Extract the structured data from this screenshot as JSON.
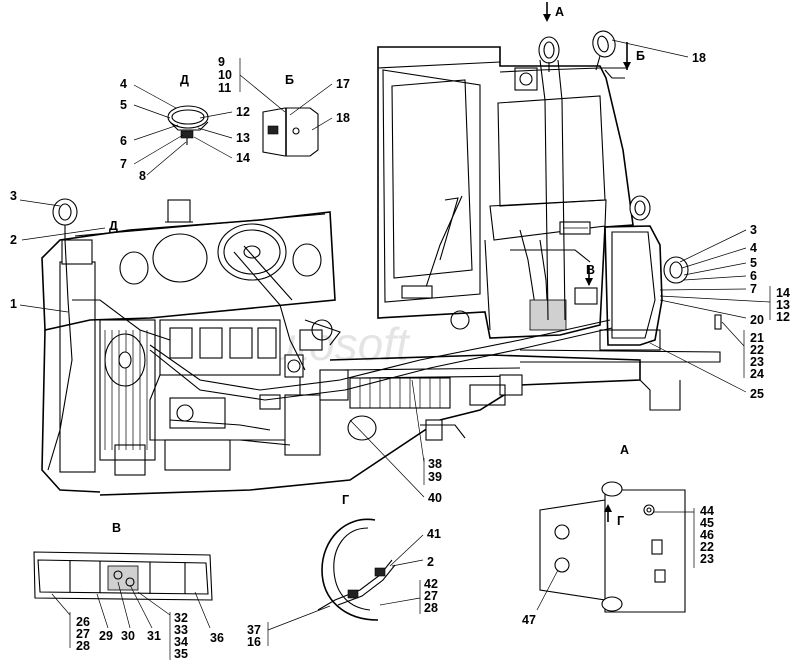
{
  "watermark": "Autosoft",
  "callouts": {
    "n1": "1",
    "n2": "2",
    "n3": "3",
    "n4": "4",
    "n5": "5",
    "n6": "6",
    "n7": "7",
    "n8": "8",
    "n9": "9",
    "n10": "10",
    "n11": "11",
    "n12": "12",
    "n13": "13",
    "n14": "14",
    "n16": "16",
    "n17": "17",
    "n18": "18",
    "n20": "20",
    "n21": "21",
    "n22": "22",
    "n23": "23",
    "n24": "24",
    "n25": "25",
    "n26": "26",
    "n27": "27",
    "n28": "28",
    "n29": "29",
    "n30": "30",
    "n31": "31",
    "n32": "32",
    "n33": "33",
    "n34": "34",
    "n35": "35",
    "n36": "36",
    "n37": "37",
    "n38": "38",
    "n39": "39",
    "n40": "40",
    "n41": "41",
    "n42": "42",
    "n44": "44",
    "n45": "45",
    "n46": "46",
    "n47": "47"
  },
  "view_letters": {
    "A": "А",
    "B": "Б",
    "V": "В",
    "G": "Г",
    "D": "Д"
  }
}
